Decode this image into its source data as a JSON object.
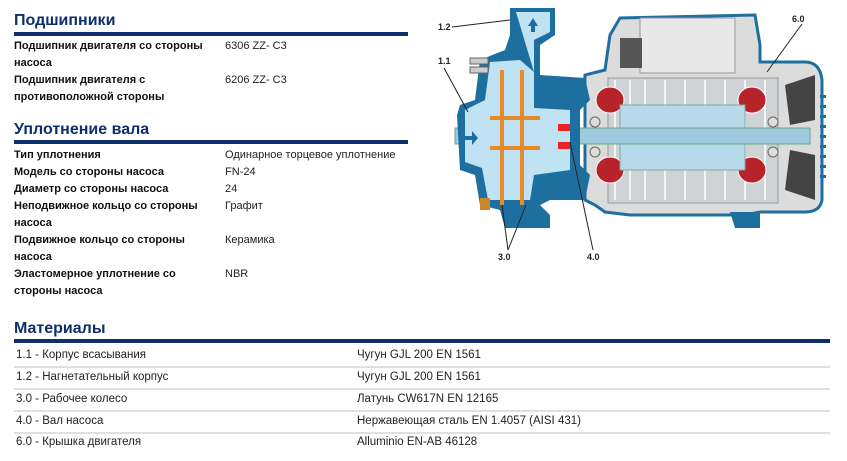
{
  "bearings": {
    "title": "Подшипники",
    "rows": [
      {
        "label": "Подшипник двигателя со стороны насоса",
        "value": "6306 ZZ- C3"
      },
      {
        "label": "Подшипник двигателя с противоположной стороны",
        "value": "6206 ZZ- C3"
      }
    ]
  },
  "seal": {
    "title": "Уплотнение вала",
    "rows": [
      {
        "label": "Тип уплотнения",
        "value": "Одинарное торцевое уплотнение"
      },
      {
        "label": "Модель со стороны насоса",
        "value": "FN-24"
      },
      {
        "label": "Диаметр со стороны насоса",
        "value": "24"
      },
      {
        "label": "Неподвижное кольцо со стороны насоса",
        "value": "Графит"
      },
      {
        "label": "Подвижное кольцо со стороны насоса",
        "value": "Керамика"
      },
      {
        "label": "Эластомерное уплотнение со стороны насоса",
        "value": "NBR"
      }
    ]
  },
  "materials": {
    "title": "Материалы",
    "rows": [
      {
        "part": "1.1 - Корпус всасывания",
        "material": "Чугун GJL 200 EN 1561"
      },
      {
        "part": "1.2 - Нагнетательный корпус",
        "material": "Чугун GJL 200 EN 1561"
      },
      {
        "part": "3.0 - Рабочее колесо",
        "material": "Латунь CW617N EN 12165"
      },
      {
        "part": "4.0 - Вал насоса",
        "material": "Нержавеющая сталь EN 1.4057 (AISI 431)"
      },
      {
        "part": "6.0 - Крышка двигателя",
        "material": "Alluminio EN-AB 46128"
      }
    ]
  },
  "diagram": {
    "callouts": [
      "1.2",
      "1.1",
      "6.0",
      "3.0",
      "4.0"
    ],
    "colors": {
      "casing": "#1d6fa0",
      "water": "#bfe3f2",
      "impeller": "#e8892a",
      "coil": "#b8232a",
      "motor": "#dcdcdc"
    }
  }
}
